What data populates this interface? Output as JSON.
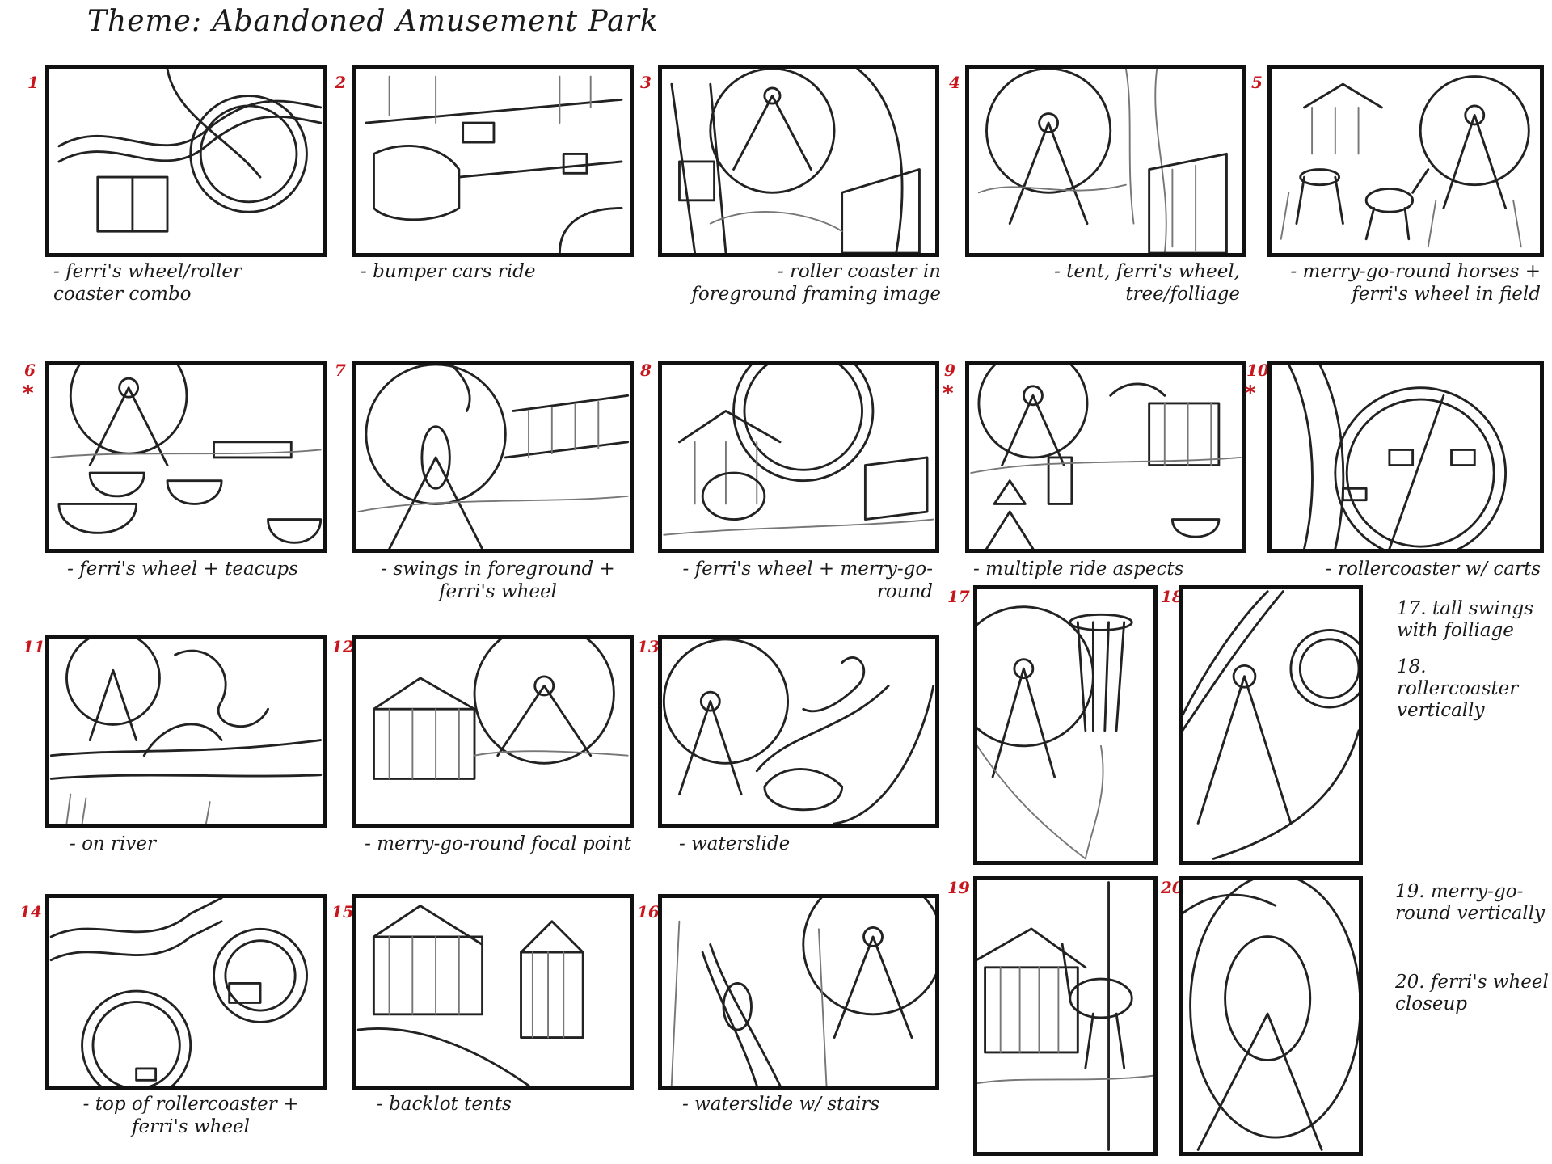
{
  "title": "Theme: Abandoned Amusement Park",
  "panels": [
    {
      "num": "1",
      "caption": "- ferri's wheel/roller coaster combo"
    },
    {
      "num": "2",
      "caption": "- bumper cars ride"
    },
    {
      "num": "3",
      "caption": "- roller coaster in foreground framing image"
    },
    {
      "num": "4",
      "caption": "- tent, ferri's wheel, tree/folliage"
    },
    {
      "num": "5",
      "caption": "- merry-go-round horses + ferri's wheel in field"
    },
    {
      "num": "6",
      "caption": "- ferri's wheel + teacups",
      "starred": "*"
    },
    {
      "num": "7",
      "caption": "- swings in foreground + ferri's wheel"
    },
    {
      "num": "8",
      "caption": "- ferri's wheel + merry-go-round"
    },
    {
      "num": "9",
      "caption": "- multiple ride aspects",
      "starred": "*"
    },
    {
      "num": "10",
      "caption": "- rollercoaster w/ carts",
      "starred": "*"
    },
    {
      "num": "11",
      "caption": "- on river"
    },
    {
      "num": "12",
      "caption": "- merry-go-round focal point"
    },
    {
      "num": "13",
      "caption": "- waterslide"
    },
    {
      "num": "14",
      "caption": "- top of rollercoaster + ferri's wheel"
    },
    {
      "num": "15",
      "caption": "- backlot tents"
    },
    {
      "num": "16",
      "caption": "- waterslide w/ stairs"
    },
    {
      "num": "17"
    },
    {
      "num": "18"
    },
    {
      "num": "19"
    },
    {
      "num": "20"
    }
  ],
  "side_notes": {
    "n17": "17. tall swings with folliage",
    "n18": "18. rollercoaster vertically",
    "n19": "19. merry-go-round vertically",
    "n20": "20. ferri's wheel closeup"
  },
  "colors": {
    "number_red": "#c8161d",
    "ink": "#1a1a1a"
  }
}
